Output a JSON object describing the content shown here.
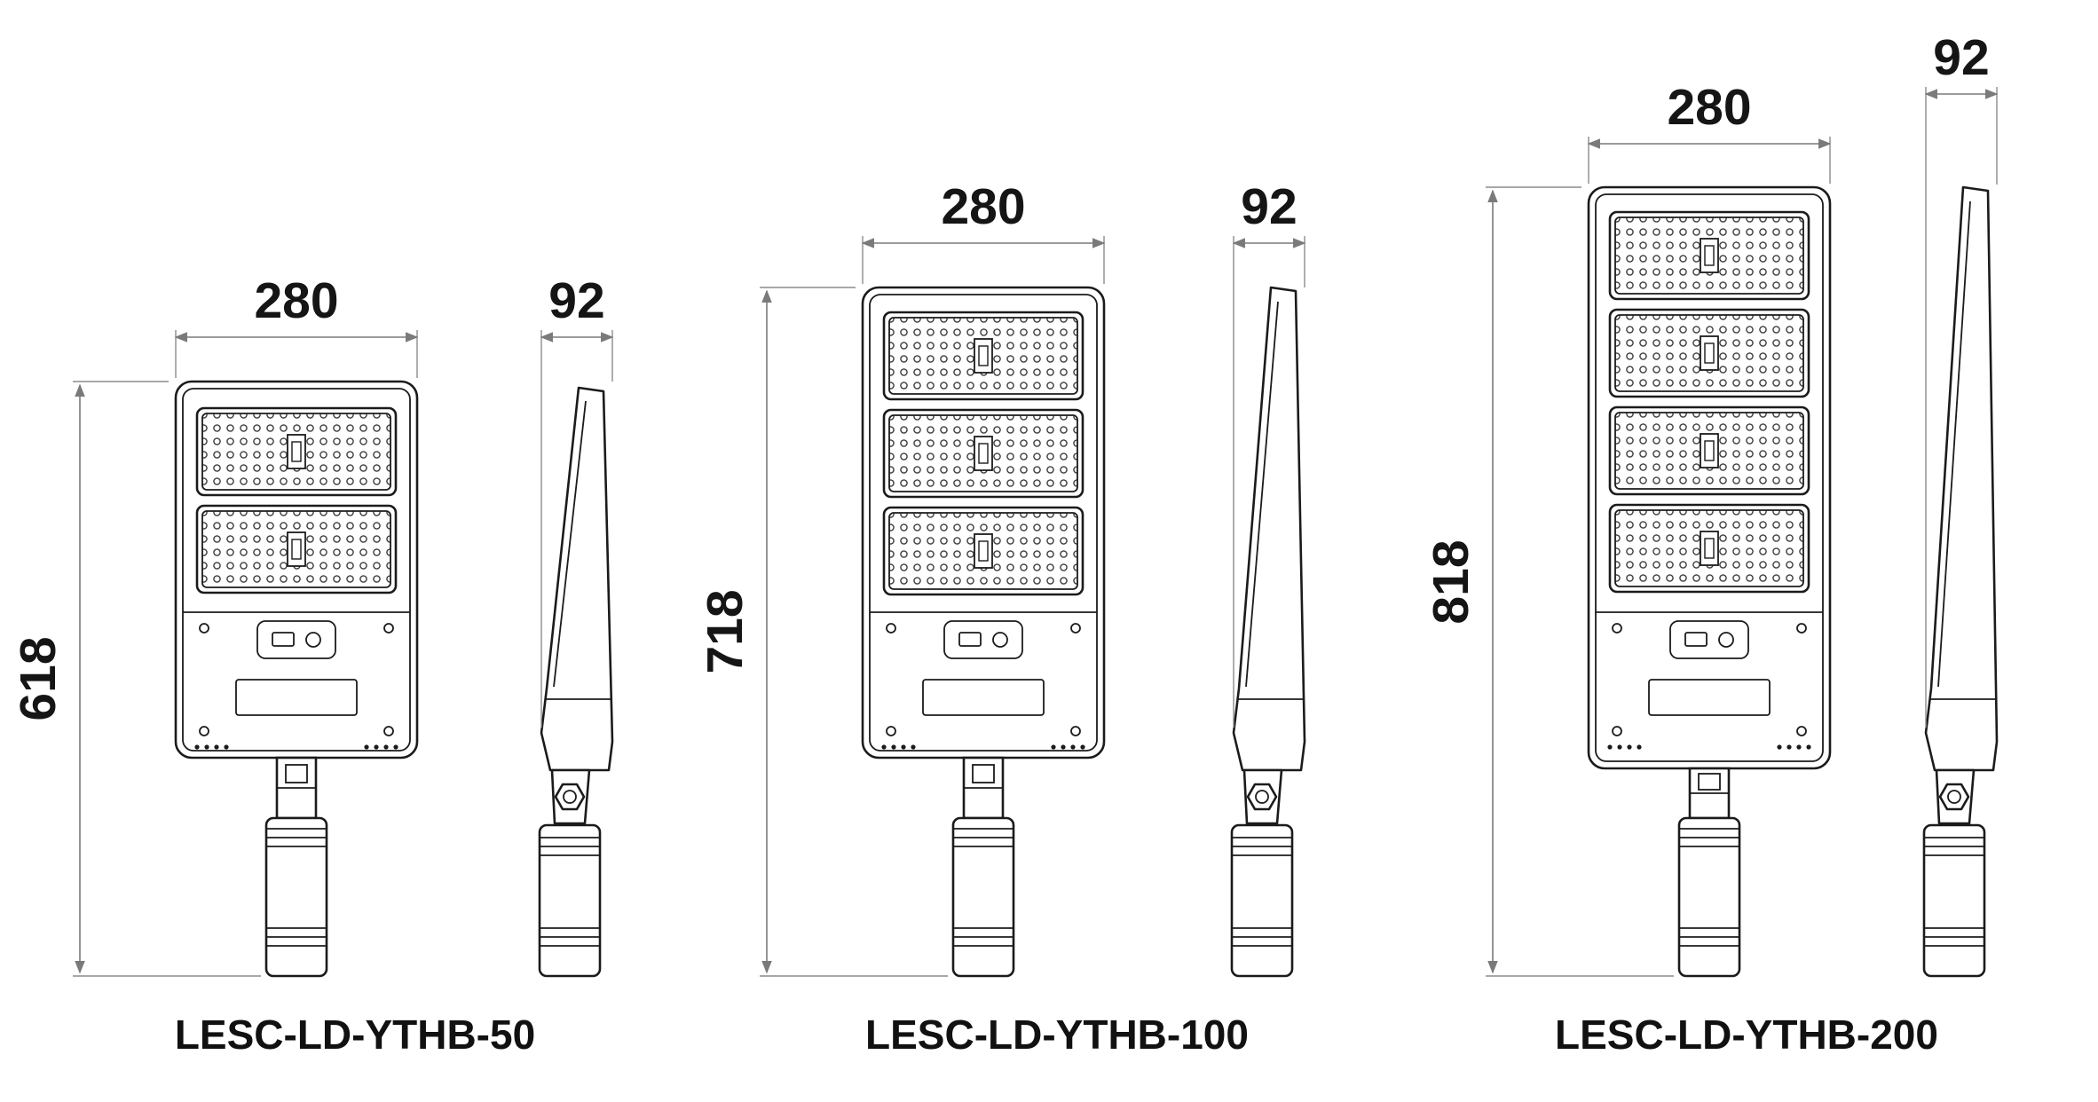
{
  "page": {
    "background": "#ffffff",
    "line_color": "#1b1b1b",
    "dimension_color": "#7a7a7a"
  },
  "groups": [
    {
      "model": "LESC-LD-YTHB-50",
      "width_label": "280",
      "depth_label": "92",
      "height_label": "618",
      "led_panel_rows": 2
    },
    {
      "model": "LESC-LD-YTHB-100",
      "width_label": "280",
      "depth_label": "92",
      "height_label": "718",
      "led_panel_rows": 3
    },
    {
      "model": "LESC-LD-YTHB-200",
      "width_label": "280",
      "depth_label": "92",
      "height_label": "818",
      "led_panel_rows": 4
    }
  ]
}
